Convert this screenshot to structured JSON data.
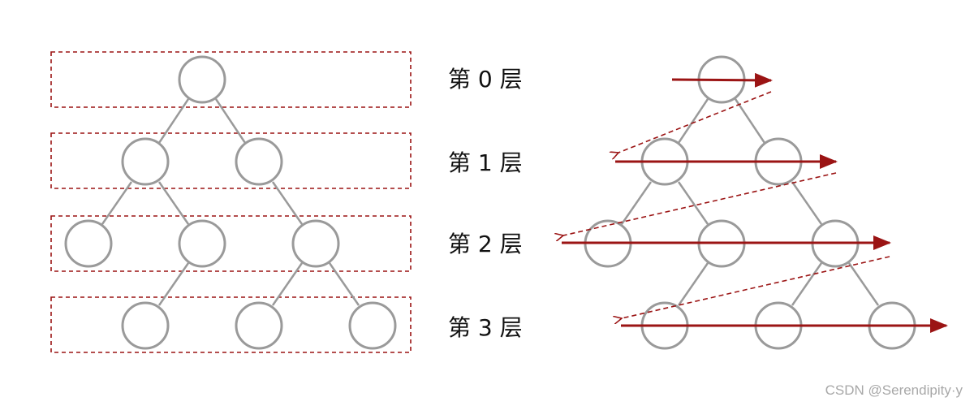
{
  "levels": [
    "第 0 层",
    "第 1 层",
    "第 2 层",
    "第 3 层"
  ],
  "watermark": "CSDN @Serendipity·y",
  "colors": {
    "node": "#9a9a9a",
    "edge": "#9a9a9a",
    "arrow": "#9b1414",
    "box": "#9b1414",
    "text": "#111111"
  }
}
